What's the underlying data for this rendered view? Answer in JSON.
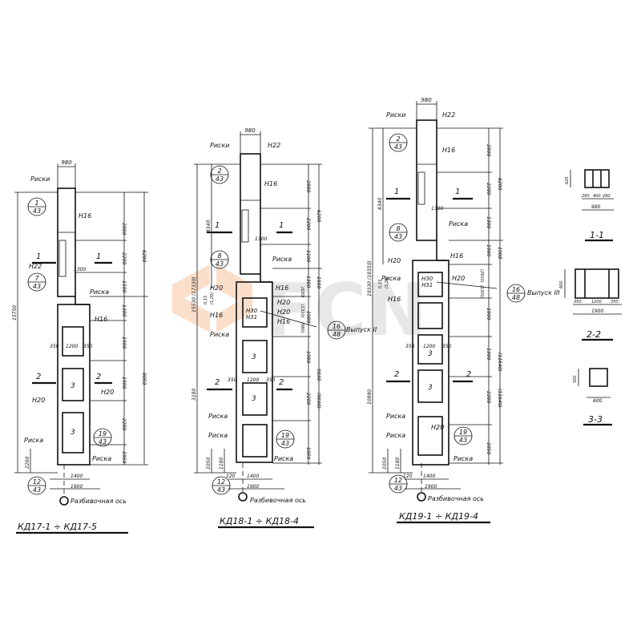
{
  "watermark": "FCN",
  "columns": [
    {
      "id": "kd17",
      "title": "КД17-1 ÷ КД17-5",
      "axis_label": "Разбивочная ось",
      "top_width": "980",
      "widths": [
        "1400",
        "1900"
      ],
      "niche_widths": [
        "350",
        "1200",
        "350"
      ],
      "right_dims": [
        "2800",
        "2200",
        "1100",
        "1300",
        "1900",
        "1900",
        "2200",
        "1050"
      ],
      "overall_right": [
        "6200",
        "8050"
      ],
      "overall_left": [
        "15750",
        "2200"
      ],
      "labels": [
        "Риски",
        "Н16",
        "Н22",
        "1300",
        "Риска",
        "Н16",
        "Н20",
        "Н20",
        "Риска",
        "Риска",
        "1",
        "1",
        "2",
        "2",
        "3",
        "3"
      ],
      "bubbles": [
        {
          "top": "1",
          "bottom": "43"
        },
        {
          "top": "7",
          "bottom": "43"
        },
        {
          "top": "19",
          "bottom": "43"
        },
        {
          "top": "12",
          "bottom": "43"
        }
      ]
    },
    {
      "id": "kd18",
      "title": "КД18-1 ÷ КД18-4",
      "axis_label": "Разбивочная ось",
      "top_width": "980",
      "widths": [
        "120",
        "1400",
        "1900"
      ],
      "niche_widths": [
        "350",
        "1200",
        "350"
      ],
      "right_dims": [
        "2800",
        "2200",
        "1100",
        "1300",
        "1900",
        "1900",
        "2200",
        "1050"
      ],
      "overall_right": [
        "6200",
        "1500",
        "(630)",
        "(1310)",
        "(980)",
        "9830",
        "(9830)"
      ],
      "overall_left": [
        "8340",
        "15530 (17330)",
        "3180",
        "1050",
        "1180",
        "0,15",
        "(1,20)"
      ],
      "labels": [
        "Риски",
        "Н22",
        "Н16",
        "1300",
        "Риска",
        "Н20",
        "Н16",
        "Н20",
        "Н30",
        "Н31",
        "Н16",
        "Н20",
        "Н16",
        "Риска",
        "Риска",
        "Риска",
        "Риска",
        "1",
        "1",
        "2",
        "2",
        "3",
        "3"
      ],
      "bubbles": [
        {
          "top": "2",
          "bottom": "43"
        },
        {
          "top": "8",
          "bottom": "43"
        },
        {
          "top": "19",
          "bottom": "43"
        },
        {
          "top": "12",
          "bottom": "43"
        },
        {
          "top": "16",
          "bottom": "48"
        }
      ],
      "callout": "Выпуск II"
    },
    {
      "id": "kd19",
      "title": "КД19-1 ÷ КД19-4",
      "axis_label": "Разбивочная ось",
      "top_width": "980",
      "widths": [
        "120",
        "1400",
        "1900"
      ],
      "niche_widths": [
        "350",
        "1200",
        "350"
      ],
      "right_dims": [
        "2800",
        "2200",
        "1300",
        "1900",
        "1900",
        "1300",
        "2200",
        "1050"
      ],
      "overall_right": [
        "6200",
        "1900",
        "(2910)",
        "(1300)",
        "(11640)",
        "(11640)"
      ],
      "overall_left": [
        "8340",
        "19330 (19350)",
        "10990",
        "1050",
        "1180",
        "0,15",
        "(1,20)"
      ],
      "labels": [
        "Риски",
        "Н22",
        "Н16",
        "1300",
        "Риска",
        "Н16",
        "Н20",
        "Н30",
        "Н31",
        "Н20",
        "Н16",
        "Н20",
        "Риска",
        "Риска",
        "Риска",
        "Риска",
        "1",
        "1",
        "2",
        "2",
        "3",
        "3"
      ],
      "bubbles": [
        {
          "top": "2",
          "bottom": "43"
        },
        {
          "top": "8",
          "bottom": "43"
        },
        {
          "top": "19",
          "bottom": "43"
        },
        {
          "top": "12",
          "bottom": "43"
        },
        {
          "top": "16",
          "bottom": "48"
        }
      ],
      "callout": "Выпуск III"
    }
  ],
  "sections": [
    {
      "title": "1-1",
      "dims": [
        "290",
        "400",
        "290",
        "980",
        "620"
      ]
    },
    {
      "title": "2-2",
      "dims": [
        "350",
        "1200",
        "350",
        "1900",
        "600"
      ]
    },
    {
      "title": "3-3",
      "dims": [
        "600",
        "500"
      ]
    }
  ]
}
